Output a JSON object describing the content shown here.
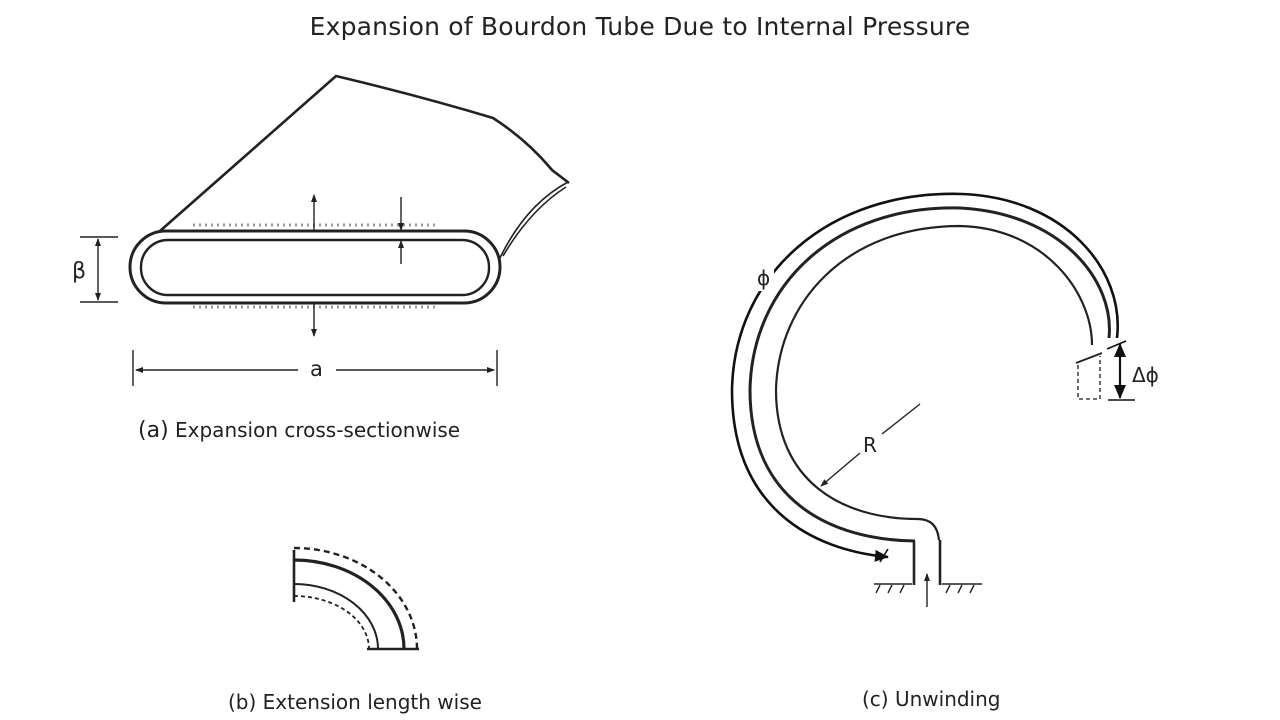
{
  "title": "Expansion of Bourdon Tube Due to Internal Pressure",
  "panels": {
    "a": {
      "caption_label": "(a)",
      "caption_text": "Expansion cross-sectionwise",
      "height_symbol": "β",
      "width_symbol": "a"
    },
    "b": {
      "caption": "(b) Extension length wise"
    },
    "c": {
      "caption": "(c) Unwinding",
      "angle_symbol": "ϕ",
      "delta_symbol": "Δϕ",
      "radius_symbol": "R"
    }
  }
}
